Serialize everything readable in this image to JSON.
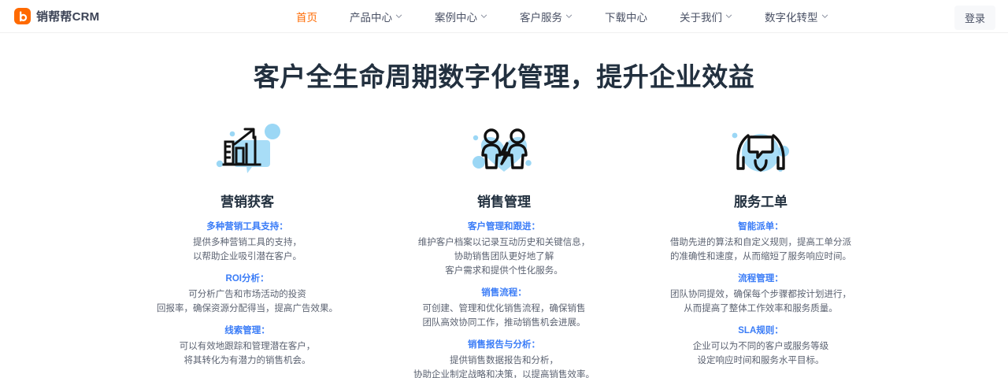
{
  "header": {
    "brand_name": "销帮帮CRM",
    "logo_icon": "logo-b-icon",
    "nav": [
      {
        "label": "首页",
        "active": true,
        "chevron": false
      },
      {
        "label": "产品中心",
        "active": false,
        "chevron": true
      },
      {
        "label": "案例中心",
        "active": false,
        "chevron": true
      },
      {
        "label": "客户服务",
        "active": false,
        "chevron": true
      },
      {
        "label": "下载中心",
        "active": false,
        "chevron": false
      },
      {
        "label": "关于我们",
        "active": false,
        "chevron": true
      },
      {
        "label": "数字化转型",
        "active": false,
        "chevron": true
      }
    ],
    "login_label": "登录"
  },
  "hero": {
    "title": "客户全生命周期数字化管理，提升企业效益"
  },
  "features": [
    {
      "icon": "bar-chart-growth-icon",
      "title": "营销获客",
      "blocks": [
        {
          "head": "多种营销工具支持：",
          "lines": [
            "提供多种营销工具的支持，",
            "以帮助企业吸引潜在客户。"
          ]
        },
        {
          "head": "ROI分析：",
          "lines": [
            "可分析广告和市场活动的投资",
            "回报率，确保资源分配得当，提高广告效果。"
          ]
        },
        {
          "head": "线索管理：",
          "lines": [
            "可以有效地跟踪和管理潜在客户，",
            "将其转化为有潜力的销售机会。"
          ]
        }
      ]
    },
    {
      "icon": "team-collaboration-icon",
      "title": "销售管理",
      "blocks": [
        {
          "head": "客户管理和跟进：",
          "lines": [
            "维护客户档案以记录互动历史和关键信息，",
            "协助销售团队更好地了解",
            "客户需求和提供个性化服务。"
          ]
        },
        {
          "head": "销售流程：",
          "lines": [
            "可创建、管理和优化销售流程，确保销售",
            "团队高效协同工作，推动销售机会进展。"
          ]
        },
        {
          "head": "销售报告与分析：",
          "lines": [
            "提供销售数据报告和分析，",
            "协助企业制定战略和决策，以提高销售效率。"
          ]
        }
      ]
    },
    {
      "icon": "customer-support-icon",
      "title": "服务工单",
      "blocks": [
        {
          "head": "智能派单：",
          "lines": [
            "借助先进的算法和自定义规则，提高工单分派",
            "的准确性和速度，从而缩短了服务响应时间。"
          ]
        },
        {
          "head": "流程管理：",
          "lines": [
            "团队协同提效，确保每个步骤都按计划进行，",
            "从而提高了整体工作效率和服务质量。"
          ]
        },
        {
          "head": "SLA规则：",
          "lines": [
            "企业可以为不同的客户或服务等级",
            "设定响应时间和服务水平目标。"
          ]
        }
      ]
    }
  ],
  "colors": {
    "brand_orange": "#ff6a00",
    "heading_navy": "#22303f",
    "accent_blue": "#3a7cf7",
    "icon_light_blue": "#a8ddf7",
    "body_gray": "#5b6271"
  }
}
